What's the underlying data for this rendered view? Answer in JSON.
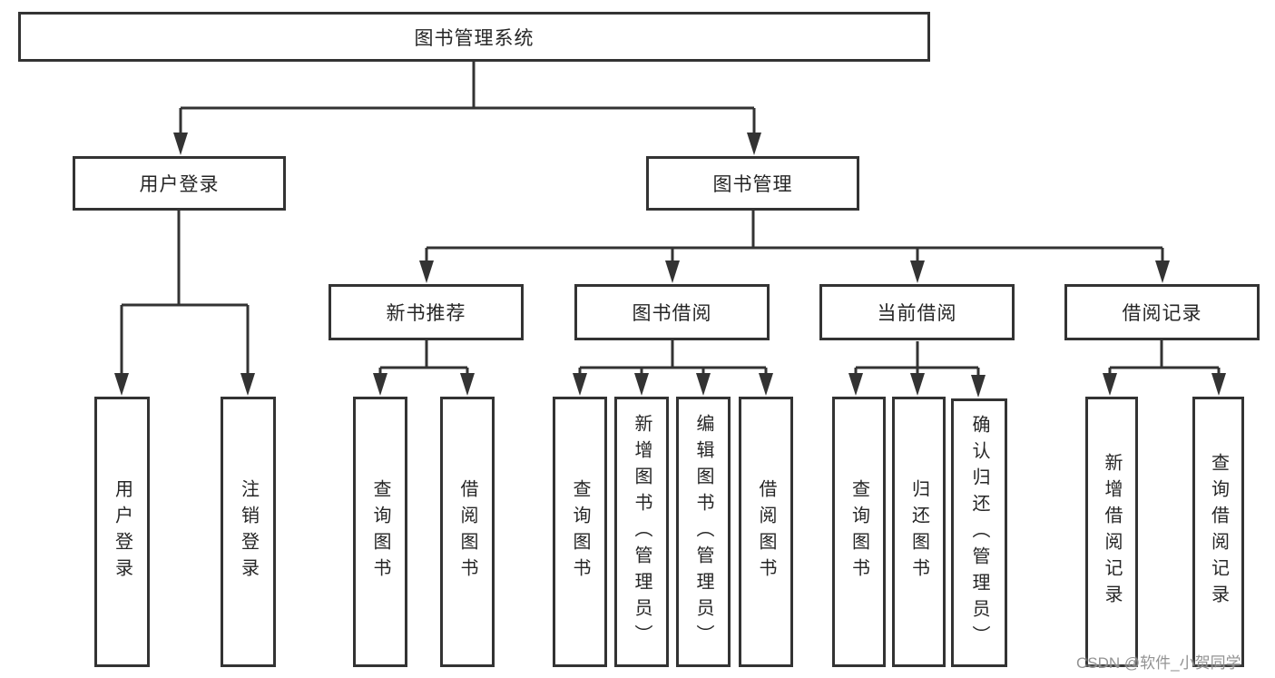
{
  "diagram": {
    "root": {
      "label": "图书管理系统"
    },
    "level2": [
      {
        "label": "用户登录"
      },
      {
        "label": "图书管理"
      }
    ],
    "level3": [
      {
        "label": "新书推荐"
      },
      {
        "label": "图书借阅"
      },
      {
        "label": "当前借阅"
      },
      {
        "label": "借阅记录"
      }
    ],
    "leaves": {
      "user_login": [
        "用户登录",
        "注销登录"
      ],
      "new_book": [
        "查询图书",
        "借阅图书"
      ],
      "book_borrow": [
        "查询图书",
        "新增图书（管理员）",
        "编辑图书（管理员）",
        "借阅图书"
      ],
      "current_borrow": [
        "查询图书",
        "归还图书",
        "确认归还（管理员）"
      ],
      "borrow_records": [
        "新增借阅记录",
        "查询借阅记录"
      ]
    }
  },
  "watermark": {
    "text": "CSDN @软件_小贺同学"
  },
  "colors": {
    "line": "#333333",
    "box_border": "#333333",
    "text": "#262626",
    "background": "#ffffff",
    "watermark": "#8a8a8a"
  }
}
